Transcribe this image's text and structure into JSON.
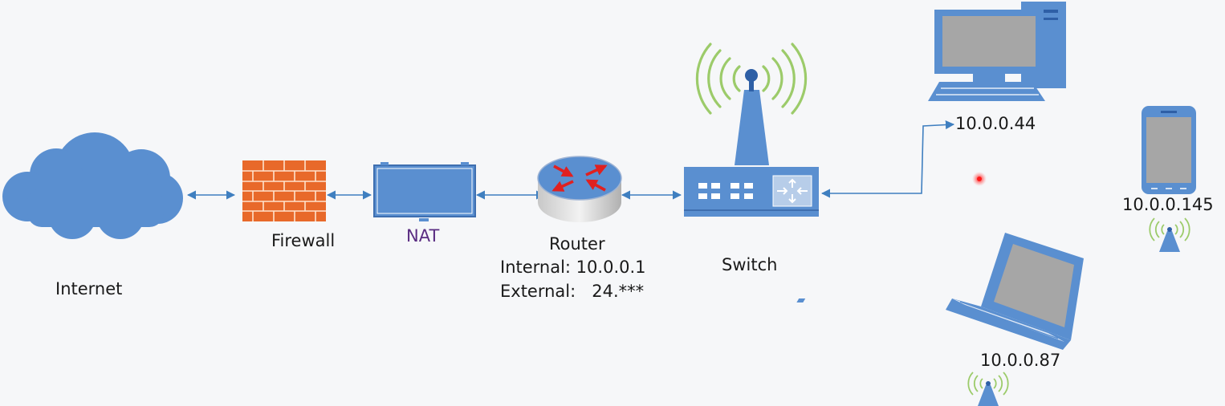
{
  "colors": {
    "device_blue": "#5a8fd0",
    "link": "#3f7fc0",
    "firewall": "#e8692a",
    "signal": "#9ccb6a",
    "nat_text": "#5a2d82",
    "router_arrow": "#e02020"
  },
  "nodes": {
    "internet": {
      "label": "Internet",
      "icon": "cloud-icon"
    },
    "firewall": {
      "label": "Firewall",
      "icon": "brick-wall-icon"
    },
    "nat": {
      "label": "NAT",
      "icon": "nat-device-icon"
    },
    "router": {
      "label": "Router",
      "internal": "Internal: 10.0.0.1",
      "external": "External:   24.***",
      "icon": "router-icon"
    },
    "switch": {
      "label": "Switch",
      "icon": "wireless-switch-icon"
    },
    "desktop": {
      "ip": "10.0.0.44",
      "icon": "desktop-computer-icon"
    },
    "phone": {
      "ip": "10.0.0.145",
      "icon": "smartphone-icon"
    },
    "laptop": {
      "ip": "10.0.0.87",
      "icon": "laptop-icon"
    }
  }
}
